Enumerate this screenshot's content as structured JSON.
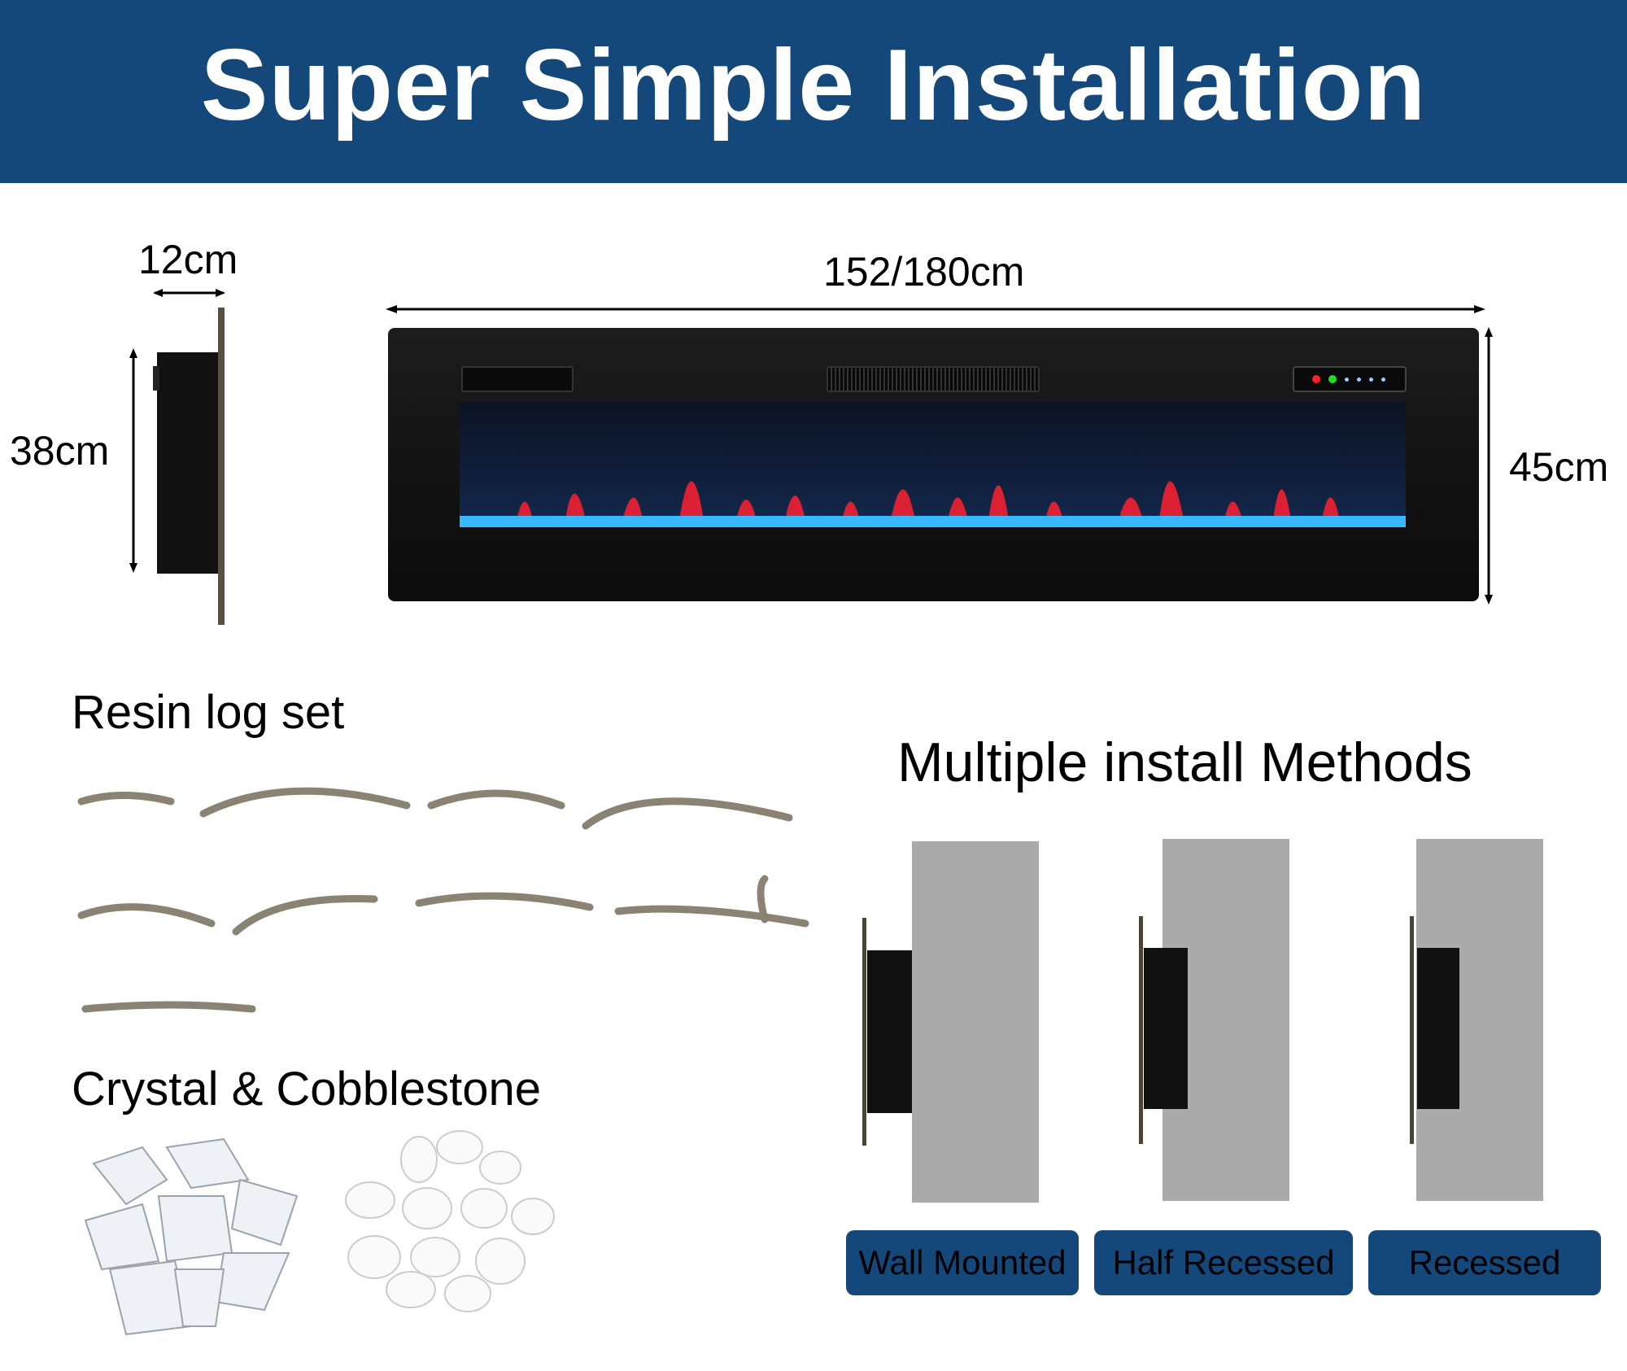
{
  "header": {
    "title": "Super Simple Installation"
  },
  "dimensions": {
    "depth": "12cm",
    "width": "152/180cm",
    "side_height": "38cm",
    "height": "45cm"
  },
  "sections": {
    "logs": "Resin log set",
    "media": "Crystal & Cobblestone",
    "methods_title": "Multiple install Methods"
  },
  "methods": [
    {
      "label": "Wall Mounted"
    },
    {
      "label": "Half Recessed"
    },
    {
      "label": "Recessed"
    }
  ],
  "colors": {
    "brand": "#15487a",
    "wall": "#aaaaaa"
  }
}
